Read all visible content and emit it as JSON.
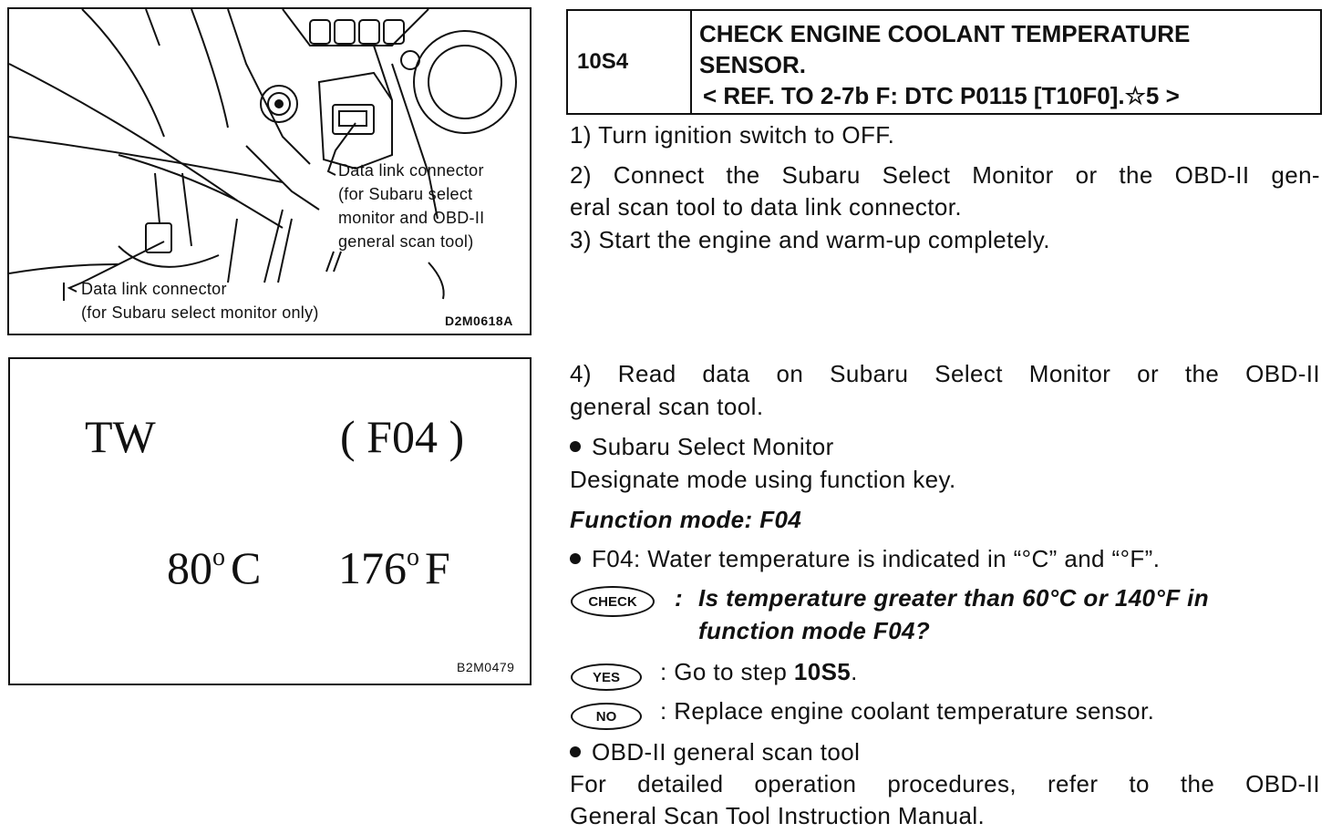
{
  "figure1": {
    "callout_upper": [
      "Data link connector",
      "(for Subaru select",
      "monitor and OBD-II",
      "general scan tool)"
    ],
    "callout_lower": [
      "Data link connector",
      "(for Subaru select monitor only)"
    ],
    "code": "D2M0618A"
  },
  "figure2": {
    "label": "TW",
    "mode": "( F04 )",
    "celsius_value": "80",
    "celsius_unit": "C",
    "fahrenheit_value": "176",
    "fahrenheit_unit": "F",
    "degree": "o",
    "code": "B2M0479"
  },
  "step": {
    "number": "10S4",
    "title_line1": "CHECK ENGINE COOLANT TEMPERATURE",
    "title_line2": "SENSOR.",
    "ref": "< REF. TO 2-7b F: DTC P0115 [T10F0].☆5 >"
  },
  "instructions": {
    "s1": "1)  Turn ignition switch to OFF.",
    "s2_line1": "2)  Connect the Subaru Select Monitor or the OBD-II gen-",
    "s2_line2": "eral scan tool to data link connector.",
    "s3": "3)  Start the engine and warm-up completely.",
    "s4_line1": "4) Read data on Subaru Select Monitor or the OBD-II",
    "s4_line2": "general scan tool.",
    "bullet1": "Subaru Select Monitor",
    "bullet1_desc": "Designate mode using function key.",
    "function_mode": "Function mode: F04",
    "bullet2": "F04: Water temperature is indicated in “°C” and “°F”.",
    "check_badge": "CHECK",
    "check_colon": ":",
    "check_q_line1": "Is temperature greater than 60°C or 140°F in",
    "check_q_line2": "function mode F04?",
    "yes_badge": "YES",
    "yes_prefix": ":  Go to step ",
    "yes_step": "10S5",
    "yes_suffix": ".",
    "no_badge": "NO",
    "no_text": ":  Replace engine coolant temperature sensor.",
    "bullet3": "OBD-II general scan tool",
    "bullet3_line1": "For detailed operation procedures, refer to the OBD-II",
    "bullet3_line2": "General Scan Tool Instruction Manual."
  }
}
